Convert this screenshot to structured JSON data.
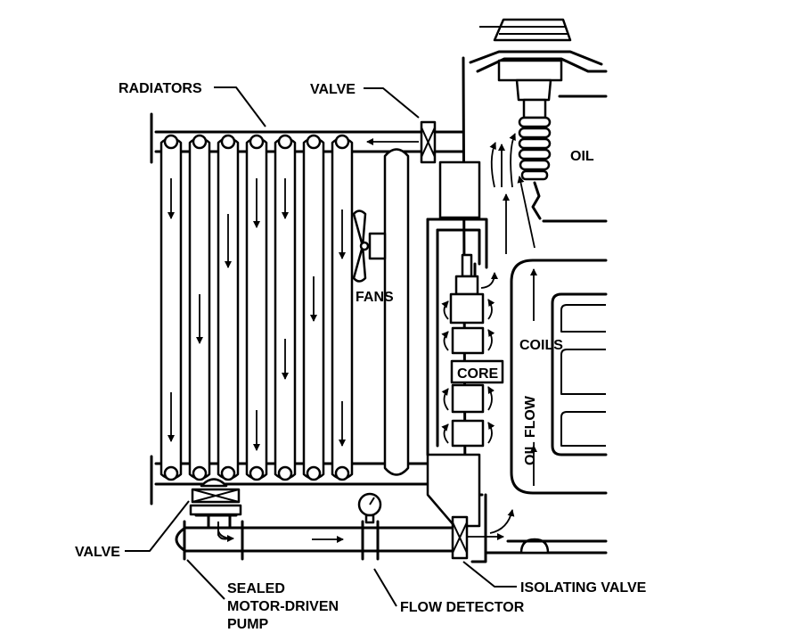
{
  "labels": {
    "radiators": "RADIATORS",
    "valve_top": "VALVE",
    "oil": "OIL",
    "fans": "FANS",
    "coils": "COILS",
    "core": "CORE",
    "oil_flow": "OIL FLOW",
    "valve_bottom": "VALVE",
    "pump_line1": "SEALED",
    "pump_line2": "MOTOR-DRIVEN",
    "pump_line3": "PUMP",
    "flow_detector": "FLOW DETECTOR",
    "isolating_valve": "ISOLATING VALVE"
  }
}
